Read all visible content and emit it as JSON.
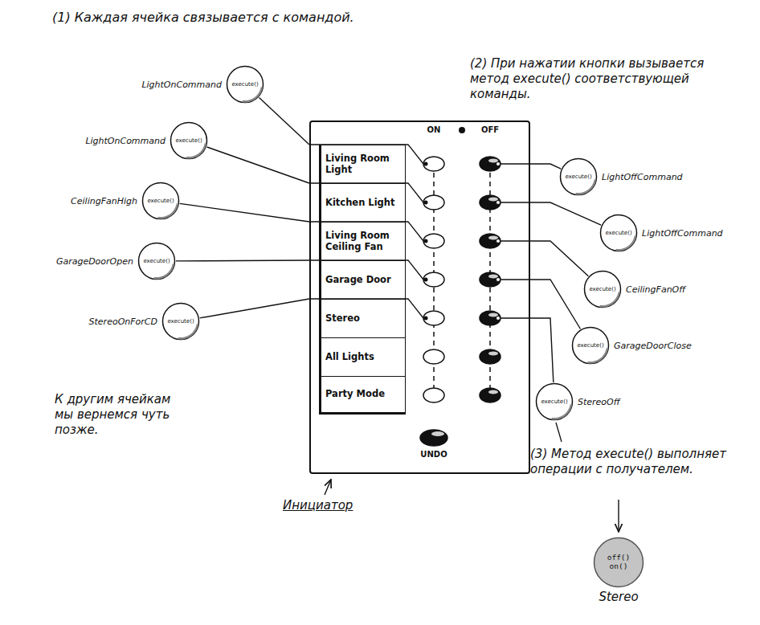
{
  "diagram": {
    "nodes": [
      {
        "text": [
          "ON",
          "OFF",
          "UNDO"
        ]
      },
      {
        "text": [
          "Living Room Light"
        ],
        "in": 0
      },
      {
        "text": [
          "Kitchen Light"
        ],
        "in": 0
      },
      {
        "text": [
          "Living Room Ceiling Fan"
        ],
        "in": 0
      },
      {
        "text": [
          "Garage Door"
        ],
        "in": 0
      },
      {
        "text": [
          "Stereo"
        ],
        "in": 0
      },
      {
        "text": [
          "All Lights"
        ],
        "in": 0
      },
      {
        "text": [
          "Party Mode"
        ],
        "in": 0
      },
      {
        "text": [
          "execute()",
          "LightOnCommand"
        ]
      },
      {
        "text": [
          "execute()",
          "LightOnCommand"
        ]
      },
      {
        "text": [
          "execute()",
          "CeilingFanHigh"
        ]
      },
      {
        "text": [
          "execute()",
          "GarageDoorOpen"
        ]
      },
      {
        "text": [
          "execute()",
          "StereoOnForCD"
        ]
      },
      {
        "text": [
          "execute()",
          "LightOffCommand"
        ]
      },
      {
        "text": [
          "execute()",
          "LightOffCommand"
        ]
      },
      {
        "text": [
          "execute()",
          "CeilingFanOff"
        ]
      },
      {
        "text": [
          "execute()",
          "GarageDoorClose"
        ]
      },
      {
        "text": [
          "execute()",
          "StereoOff"
        ]
      },
      {
        "text": [
          "off() on()",
          "Stereo"
        ]
      }
    ],
    "edges": [
      {
        "from": 8,
        "to": 0,
        "arrow": "none"
      },
      {
        "from": 9,
        "to": 0,
        "arrow": "none"
      },
      {
        "from": 10,
        "to": 0,
        "arrow": "none"
      },
      {
        "from": 11,
        "to": 0,
        "arrow": "none"
      },
      {
        "from": 12,
        "to": 0,
        "arrow": "none"
      },
      {
        "from": 13,
        "to": 0,
        "arrow": "none"
      },
      {
        "from": 14,
        "to": 0,
        "arrow": "none"
      },
      {
        "from": 15,
        "to": 0,
        "arrow": "none"
      },
      {
        "from": 16,
        "to": 0,
        "arrow": "none"
      },
      {
        "from": 17,
        "to": 0,
        "arrow": "none"
      }
    ],
    "labels": [
      "(1) Каждая ячейка связывается с командой.",
      "(2) При нажатии кнопки вызывается метод execute() соответствующей команды.",
      "К другим ячейкам мы вернемся чуть позже.",
      "Инициатор",
      "(3) Метод execute() выполняет операции с получателем."
    ]
  }
}
